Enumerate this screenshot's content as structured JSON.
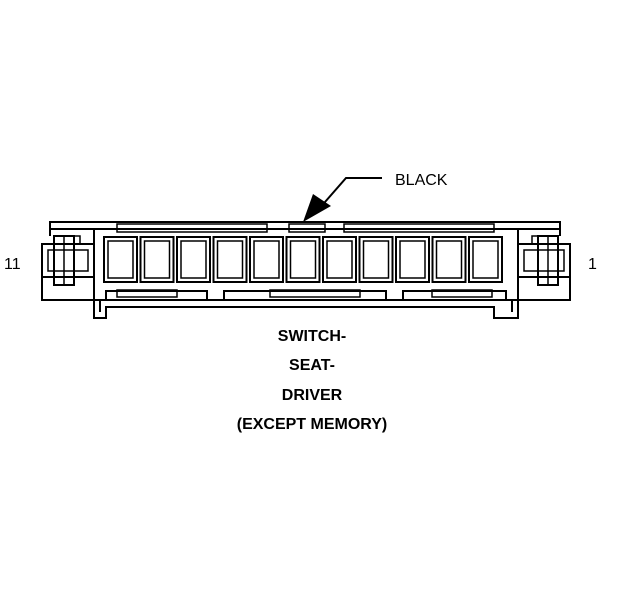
{
  "connector": {
    "color_label": "BLACK",
    "pin_left": "11",
    "pin_right": "1",
    "cavity_count": 11
  },
  "caption": {
    "line1": "SWITCH-",
    "line2": "SEAT-",
    "line3": "DRIVER",
    "line4": "(EXCEPT MEMORY)"
  }
}
